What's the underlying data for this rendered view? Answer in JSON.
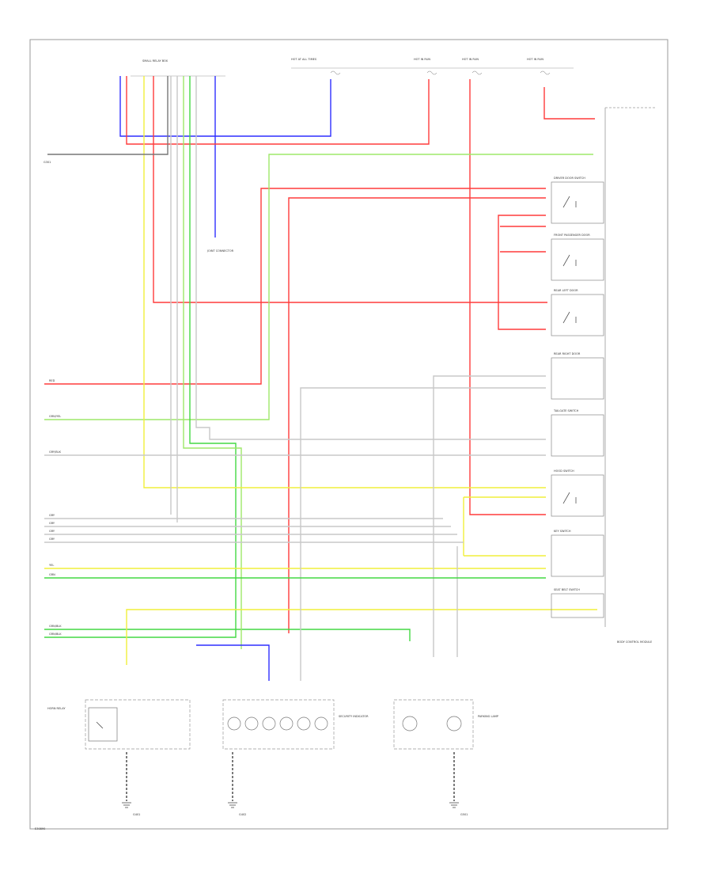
{
  "diagram": {
    "title": "",
    "footer_code": "E30890",
    "fuse_labels": [
      "HOT AT ALL TIMES",
      "HOT IN RUN",
      "HOT IN RUN",
      "HOT IN RUN"
    ],
    "junction_block_label": "SMALL RELAY BOX",
    "control_unit_label": "BODY CONTROL MODULE",
    "switch_labels": [
      "DRIVER DOOR SWITCH",
      "FRONT PASSENGER DOOR",
      "REAR LEFT DOOR",
      "REAR RIGHT DOOR",
      "TAILGATE SWITCH",
      "HOOD SWITCH",
      "KEY SWITCH",
      "SEAT BELT SWITCH"
    ],
    "left_terminals": [
      "RED",
      "GRN/YEL",
      "GRY/BLK",
      "GRY",
      "GRY",
      "GRY",
      "GRY",
      "YEL",
      "GRN",
      "GRN/BLK",
      "GRN/BLK"
    ],
    "bottom_components": [
      "HORN RELAY",
      "SECURITY INDICATOR",
      "PARKING LAMP"
    ],
    "ground_labels": [
      "G301",
      "G401",
      "G402",
      "G501"
    ],
    "connector_label": "JOINT CONNECTOR"
  },
  "colors": {
    "red": "#ff3b3b",
    "pink": "#ff6a6a",
    "blue": "#2f2fff",
    "green": "#43d843",
    "lightgreen": "#9ee86a",
    "yellow": "#f1ef3c",
    "gray": "#b4b4b4",
    "black": "#222222"
  }
}
